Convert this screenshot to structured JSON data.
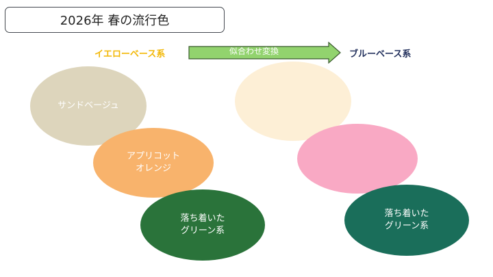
{
  "title": "2026年 春の流行色",
  "yellow_base_label": "イエローベース系",
  "blue_base_label": "ブルーベース系",
  "arrow_label": "似合わせ変換",
  "yellow_colors": [
    {
      "name": "サンドベージュ",
      "color": "#ddd5bc"
    },
    {
      "name": "アプリコット\nオレンジ",
      "color": "#f8b36c"
    },
    {
      "name": "落ち着いた\nグリーン系",
      "color": "#2a733a"
    }
  ],
  "blue_colors": [
    {
      "name": "",
      "color": "#fdefd6"
    },
    {
      "name": "",
      "color": "#f9a9c4"
    },
    {
      "name": "落ち着いた\nグリーン系",
      "color": "#1a6e5a"
    }
  ]
}
